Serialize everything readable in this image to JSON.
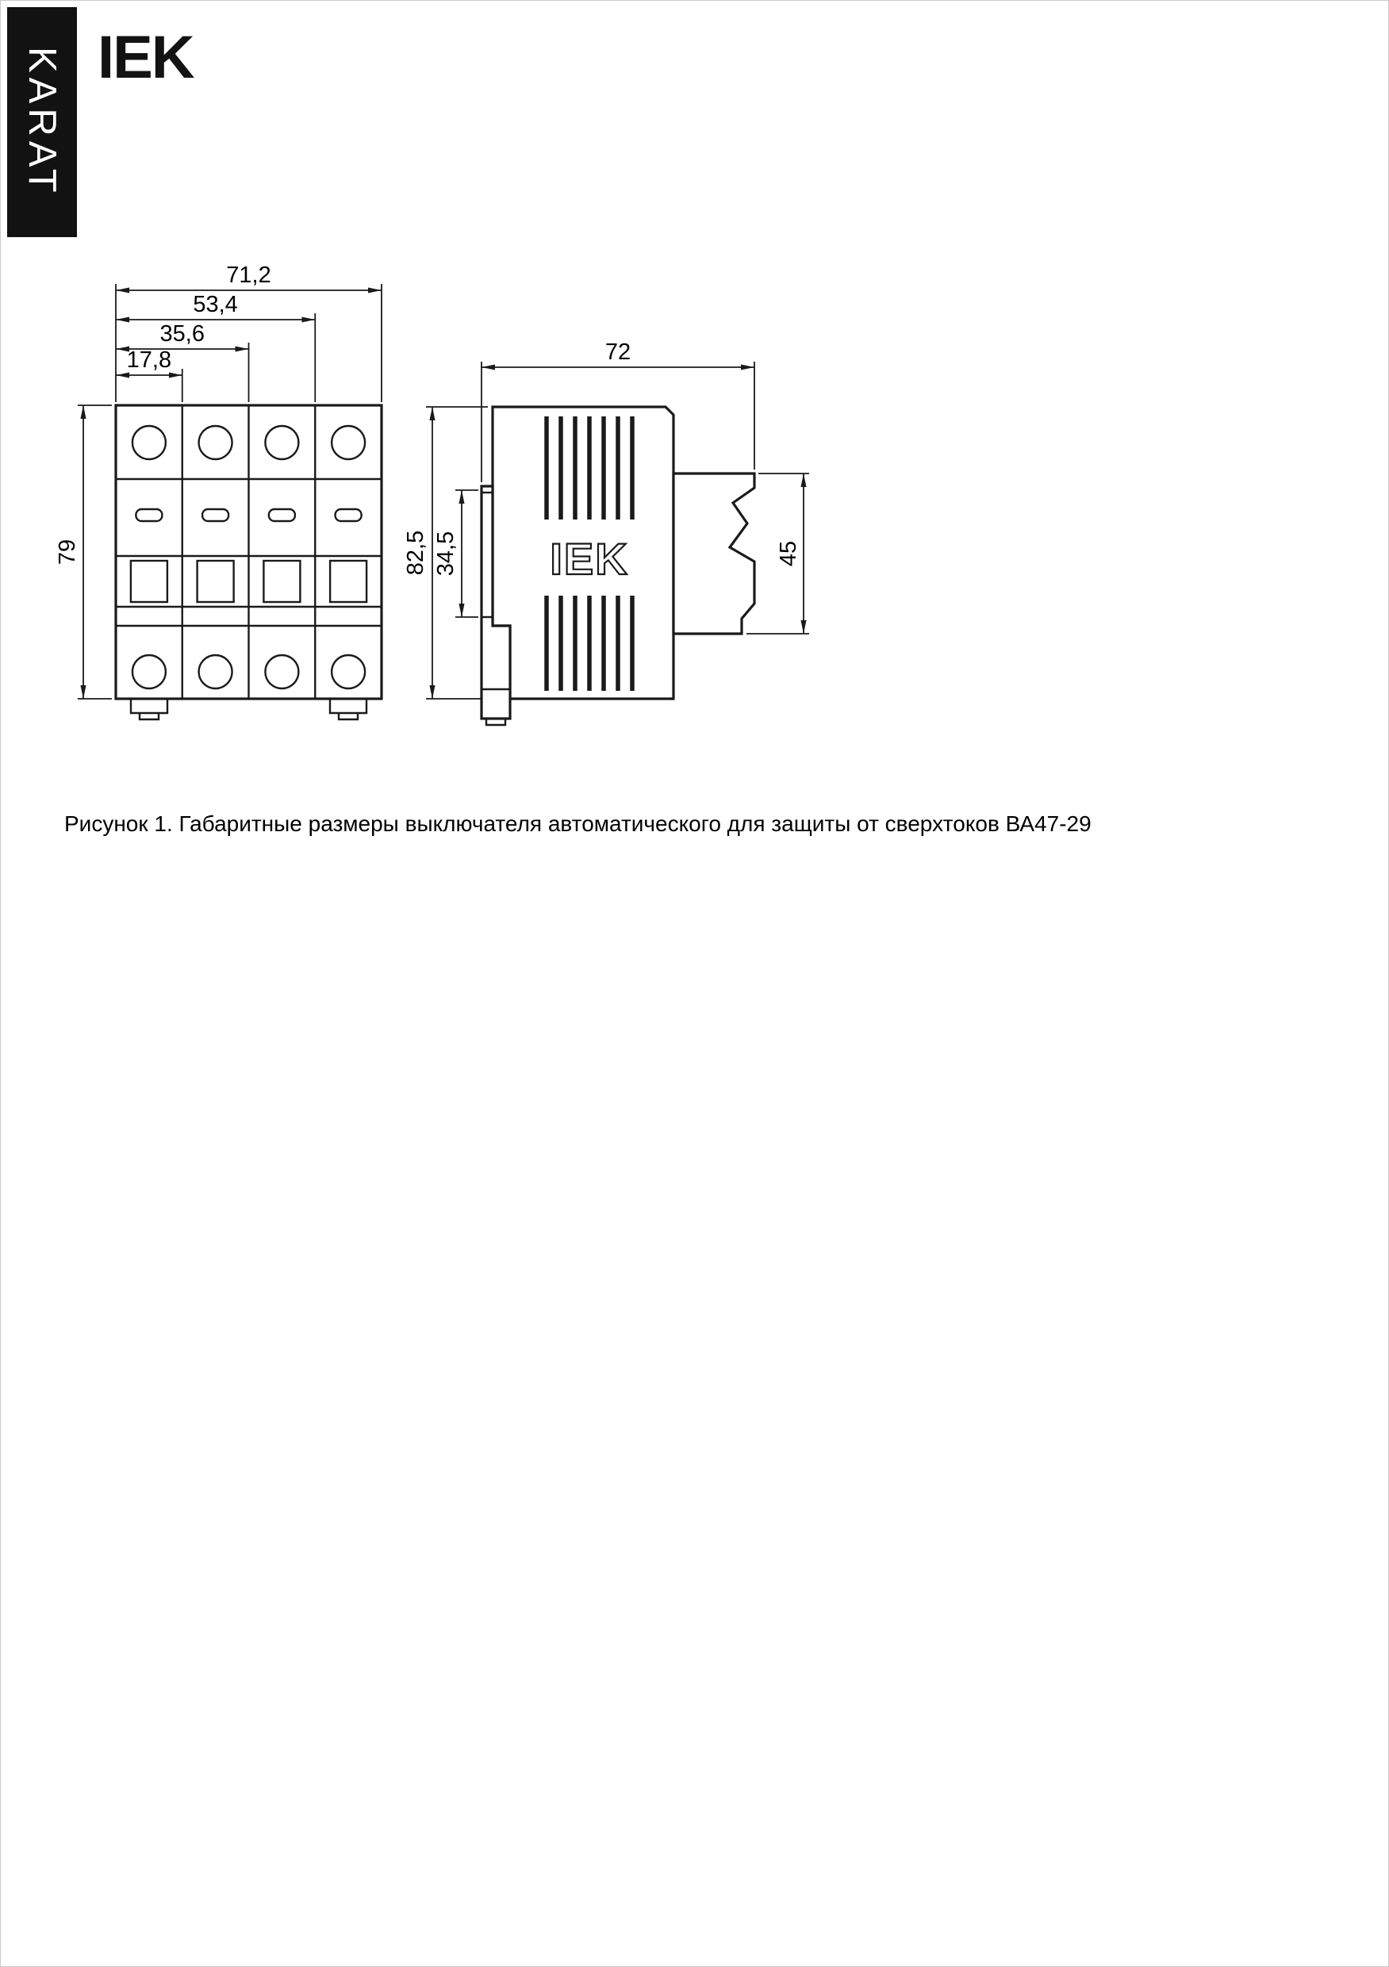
{
  "brand": {
    "banner": "KARAT",
    "logo": "IEK"
  },
  "caption": "Рисунок 1. Габаритные размеры выключателя автоматического для защиты от сверхтоков ВА47-29",
  "front_view": {
    "dim_total_width": "71,2",
    "dim_width_3": "53,4",
    "dim_width_2": "35,6",
    "dim_width_1": "17,8",
    "dim_height": "79"
  },
  "side_view": {
    "dim_width": "72",
    "dim_height_total": "82,5",
    "dim_rail": "34,5",
    "dim_terminal": "45",
    "logo": "IEK"
  }
}
